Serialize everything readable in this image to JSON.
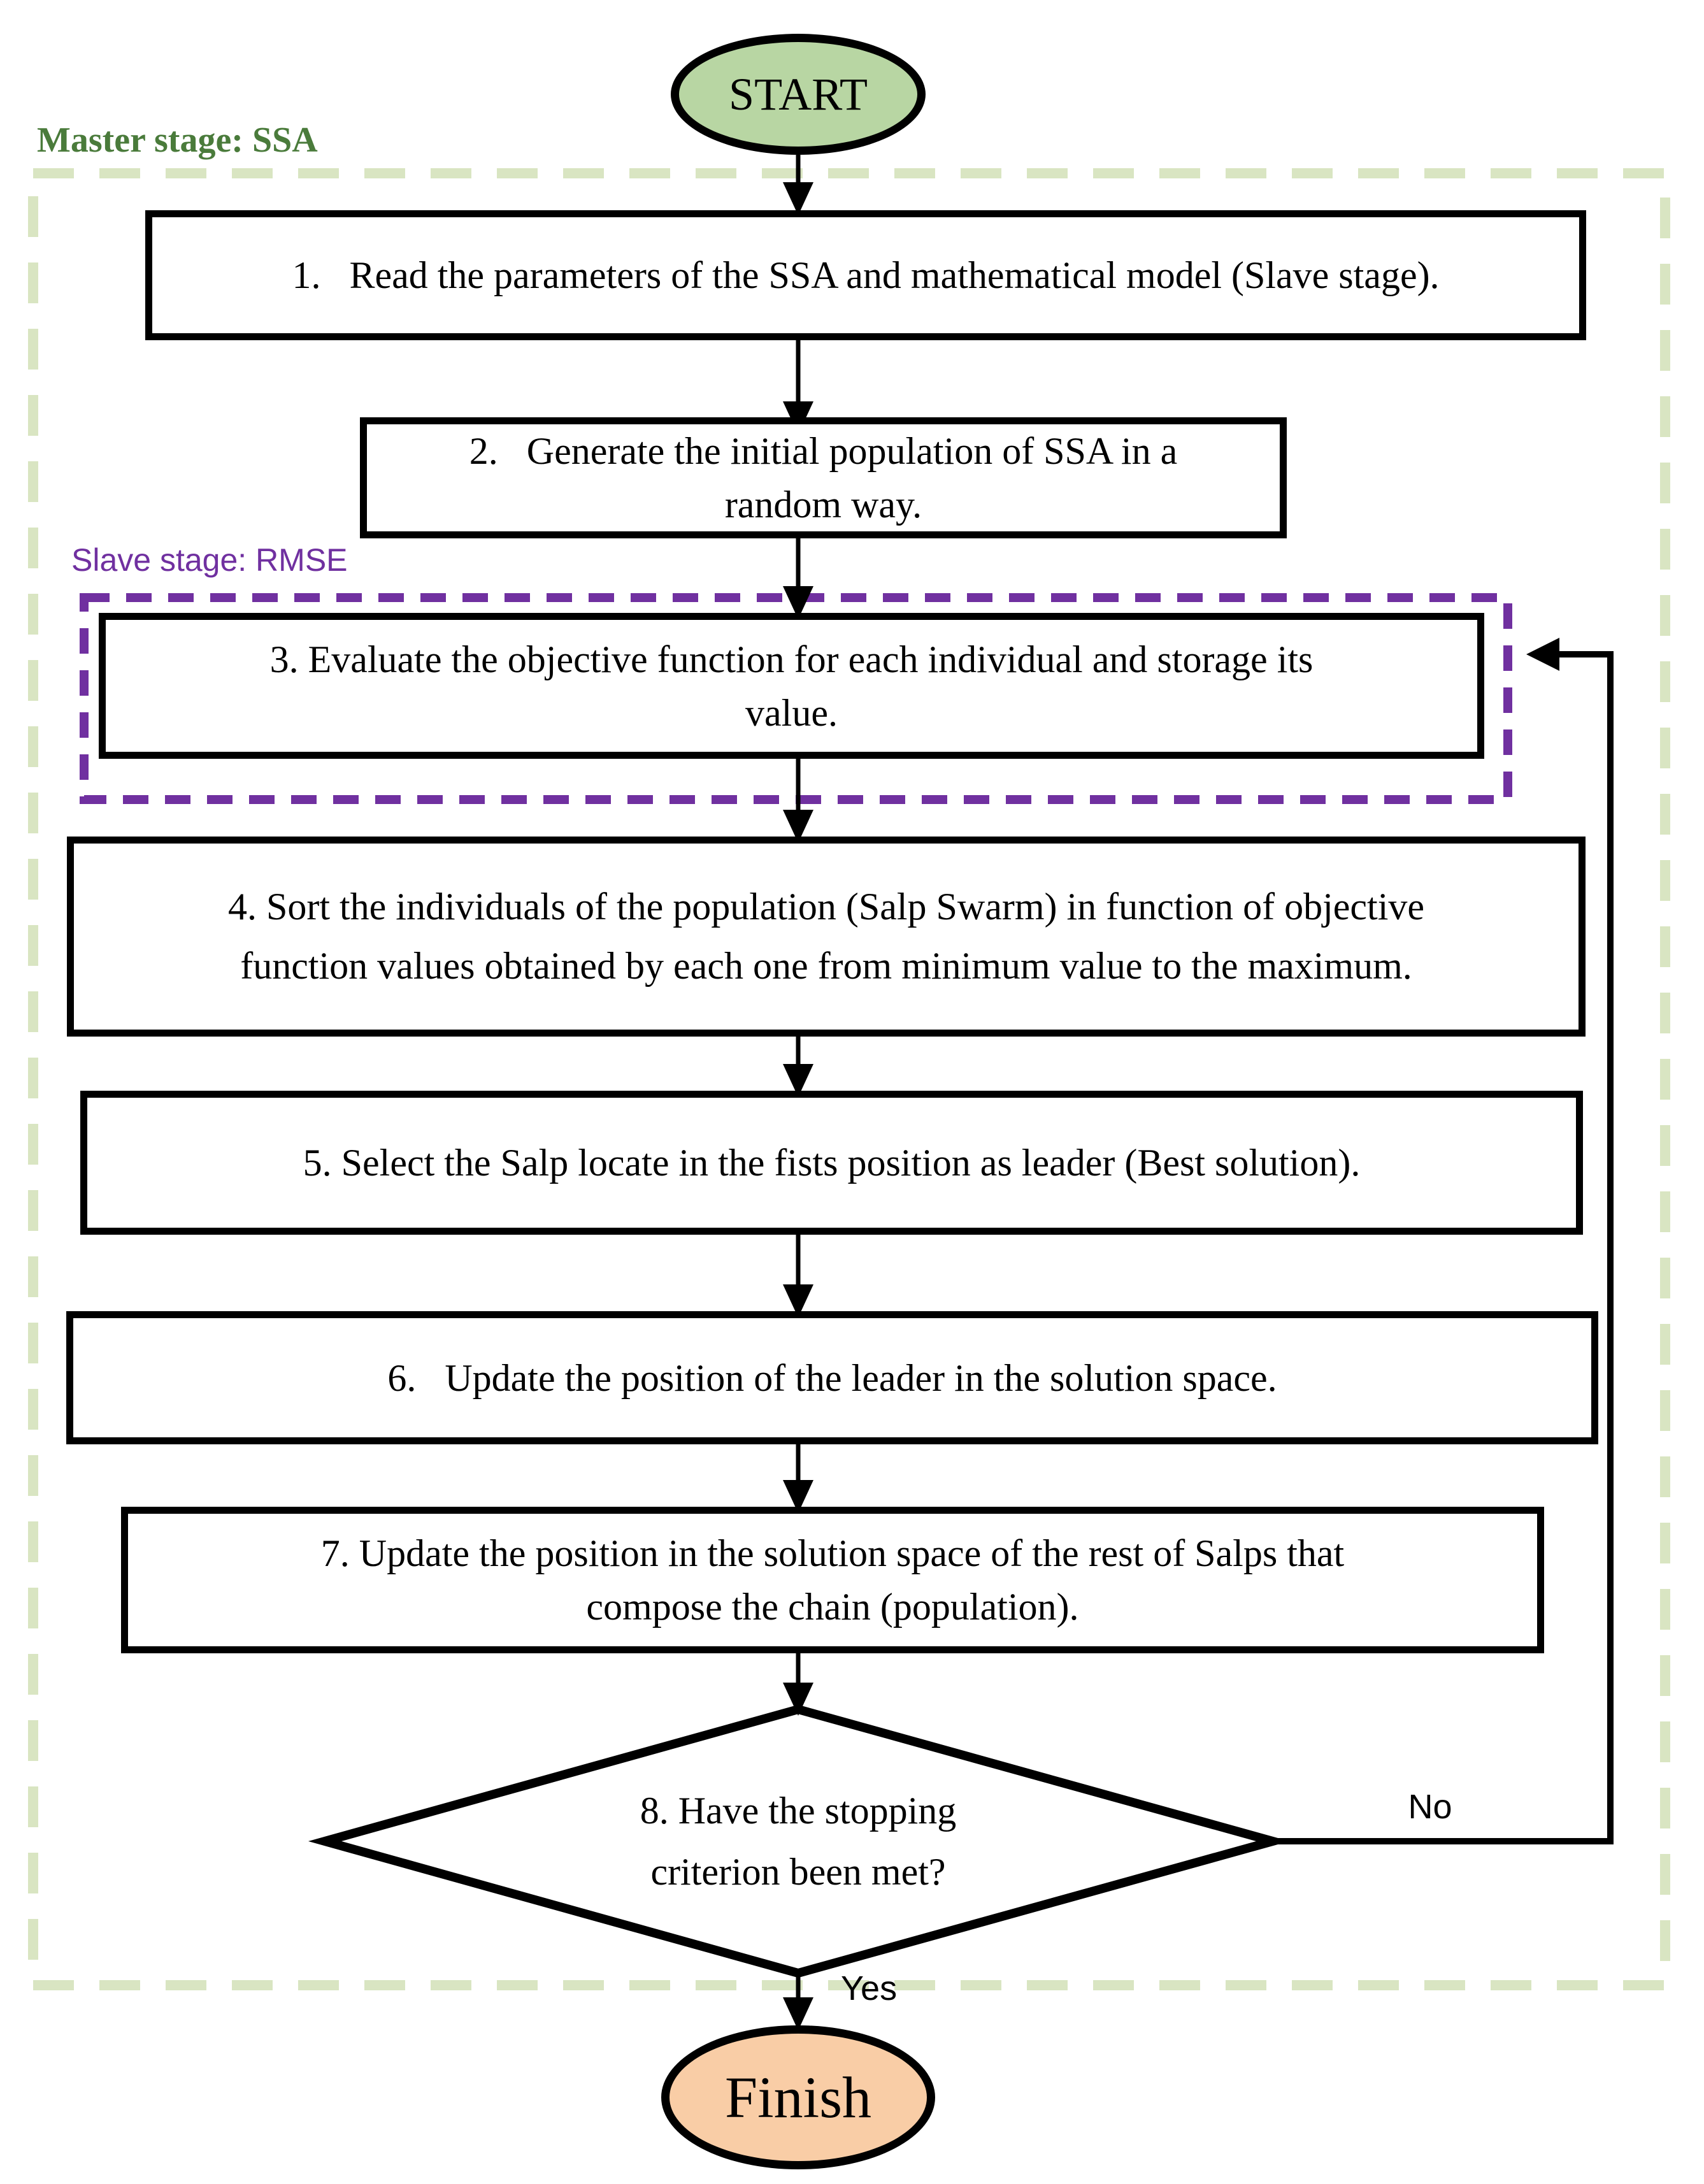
{
  "page": {
    "background": "#ffffff"
  },
  "regions": {
    "master_stage": {
      "label": "Master stage: SSA",
      "border_color": "#d9e5c2",
      "label_color": "#4a7b3b"
    },
    "slave_stage": {
      "label": "Slave stage: RMSE",
      "border_color": "#7030a0",
      "label_color": "#7030a0"
    }
  },
  "nodes": {
    "start": {
      "shape": "ellipse",
      "label": "START",
      "fill": "#b8d6a3"
    },
    "step1": {
      "shape": "process",
      "label": "1.   Read the parameters of the SSA and mathematical model (Slave stage)."
    },
    "step2": {
      "shape": "process",
      "label": "2.   Generate the initial population of SSA in a\nrandom way."
    },
    "step3": {
      "shape": "process",
      "label": "3. Evaluate the objective function for each individual and storage its\nvalue."
    },
    "step4": {
      "shape": "process",
      "label": "4. Sort the individuals of the population (Salp Swarm) in function of objective\nfunction values obtained by each one from minimum value to the maximum."
    },
    "step5": {
      "shape": "process",
      "label": "5. Select the Salp locate in the fists position as leader (Best solution)."
    },
    "step6": {
      "shape": "process",
      "label": "6.   Update the position of the leader in the solution space."
    },
    "step7": {
      "shape": "process",
      "label": "7. Update the position in the solution space of the rest of Salps that\ncompose the chain (population)."
    },
    "decision": {
      "shape": "diamond",
      "label": "8. Have the stopping\ncriterion been met?"
    },
    "finish": {
      "shape": "ellipse",
      "label": "Finish",
      "fill": "#f9cda6"
    }
  },
  "edges": {
    "no_label": "No",
    "yes_label": "Yes",
    "line_color": "#000000"
  }
}
